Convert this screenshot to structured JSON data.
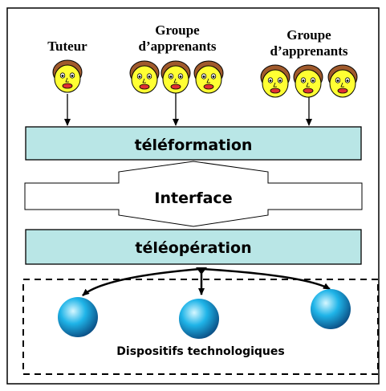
{
  "diagram": {
    "actors": {
      "tutor": {
        "label": "Tuteur",
        "faces": 1
      },
      "group_left": {
        "label_line1": "Groupe",
        "label_line2": "d’apprenants",
        "faces": 3
      },
      "group_right": {
        "label_line1": "Groupe",
        "label_line2": "d’apprenants",
        "faces": 3
      }
    },
    "layers": {
      "teleformation": {
        "label": "téléformation"
      },
      "interface": {
        "label": "Interface"
      },
      "teleoperation": {
        "label": "téléopération"
      }
    },
    "devices": {
      "caption": "Dispositifs technologiques",
      "count": 3
    },
    "colors": {
      "layer_fill": "#b9e6e6",
      "hair": "#a05a2c",
      "face": "#ffff33",
      "mouth": "#e03030",
      "sphere_light": "#c8f4ff",
      "sphere_mid": "#1ab2e6",
      "sphere_dark": "#0a4a80"
    },
    "icons": [
      "face-icon",
      "sphere-icon",
      "arrow-icon"
    ]
  }
}
